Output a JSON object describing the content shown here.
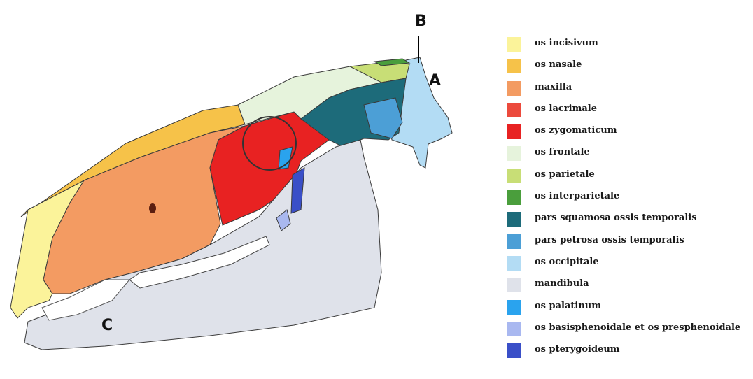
{
  "callouts": {
    "a": "A",
    "b": "B",
    "c": "C"
  },
  "legend": [
    {
      "label": "os incisivum",
      "color": "#fbf39a"
    },
    {
      "label": "os nasale",
      "color": "#f6c249"
    },
    {
      "label": "maxilla",
      "color": "#f39b62"
    },
    {
      "label": "os lacrimale",
      "color": "#ec4a3c"
    },
    {
      "label": "os zygomaticum",
      "color": "#e82222"
    },
    {
      "label": "os frontale",
      "color": "#e6f3dc"
    },
    {
      "label": "os parietale",
      "color": "#c8de76"
    },
    {
      "label": "os interparietale",
      "color": "#4a9e3c"
    },
    {
      "label": "pars squamosa ossis temporalis",
      "color": "#1d6b7a"
    },
    {
      "label": "pars petrosa ossis temporalis",
      "color": "#4c9fd6"
    },
    {
      "label": "os occipitale",
      "color": "#b3dcf4"
    },
    {
      "label": "mandibula",
      "color": "#dfe2ea"
    },
    {
      "label": "os palatinum",
      "color": "#2aa3ee"
    },
    {
      "label": "os basisphenoidale et os presphenoidale",
      "color": "#a9b8f0"
    },
    {
      "label": "os pterygoideum",
      "color": "#3a4fc8"
    }
  ]
}
